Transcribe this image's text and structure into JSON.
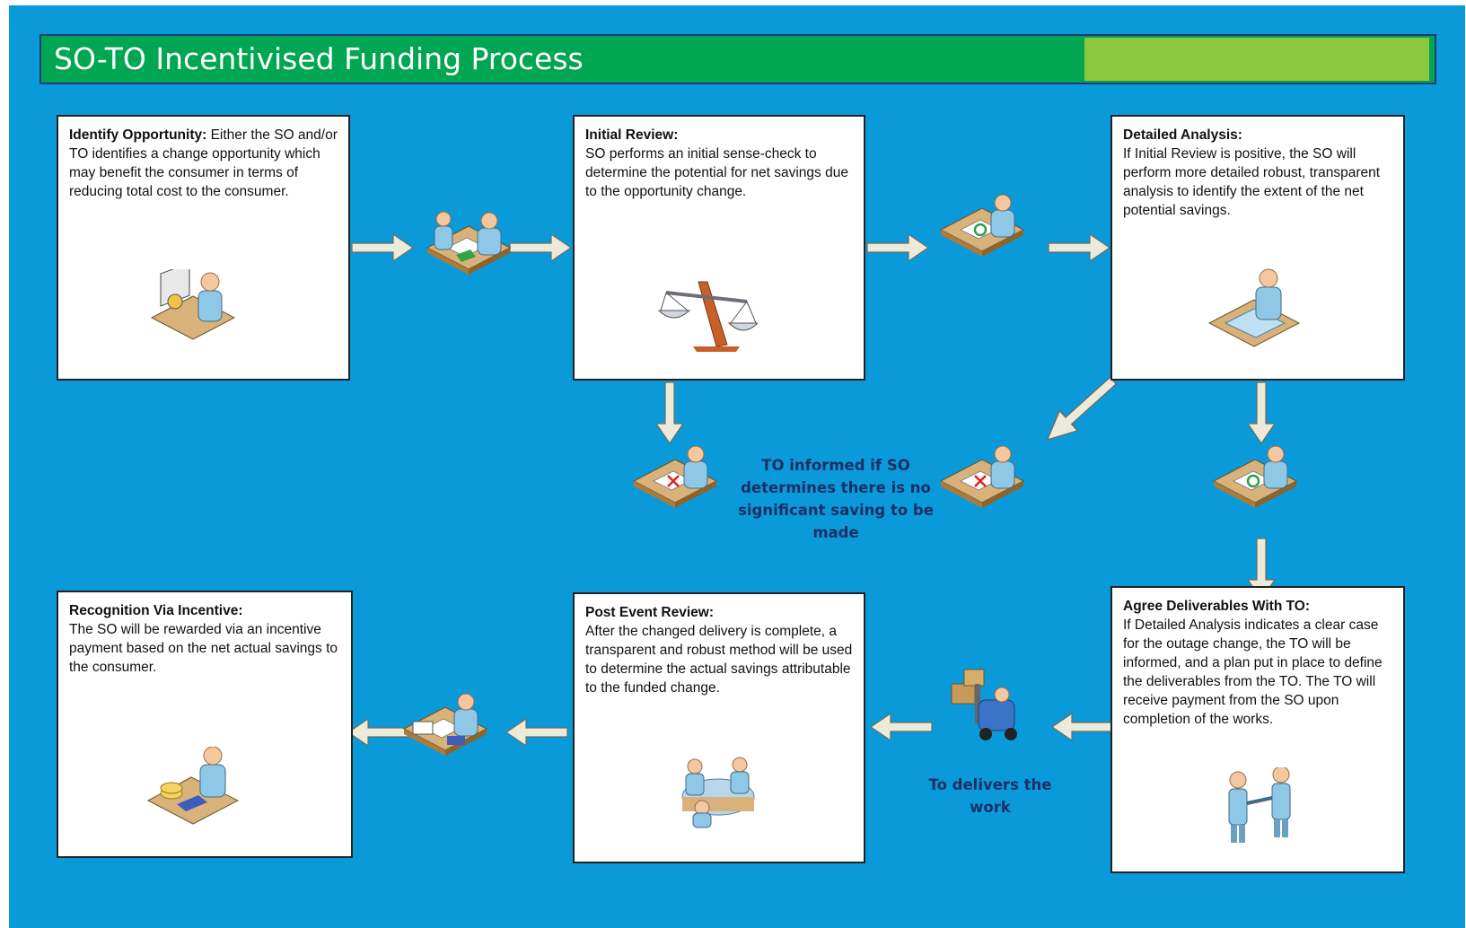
{
  "title": "SO-TO Incentivised Funding Process",
  "colors": {
    "background": "#0b9ad9",
    "title_bar": "#00a651",
    "title_accent": "#8dc63f",
    "note_text": "#1a2f66"
  },
  "steps": {
    "identify": {
      "heading": "Identify Opportunity:",
      "body": "Either the SO and/or TO identifies a change opportunity which may benefit the consumer in terms of reducing total cost to the consumer.",
      "icon": "person-at-computer-icon"
    },
    "initial_review": {
      "heading": "Initial Review:",
      "body": "SO performs an initial sense-check to determine the potential for net savings due to the opportunity change.",
      "icon": "scales-icon"
    },
    "detailed_analysis": {
      "heading": "Detailed Analysis:",
      "body": "If Initial Review is positive, the SO will perform more detailed robust, transparent analysis to identify the extent of the net potential savings.",
      "icon": "person-with-blueprint-icon"
    },
    "agree_deliverables": {
      "heading": "Agree Deliverables With TO:",
      "body": "If Detailed Analysis indicates a clear case for the outage change, the TO will be informed, and a plan put in place to define the deliverables from the TO. The TO will receive payment from the SO upon completion of the works.",
      "icon": "handshake-icon"
    },
    "post_event": {
      "heading": "Post Event Review:",
      "body": "After the changed delivery is complete, a transparent and robust method will be used to determine the actual savings attributable to the funded change.",
      "icon": "meeting-table-icon"
    },
    "recognition": {
      "heading": "Recognition Via Incentive:",
      "body": "The SO will be rewarded via an incentive payment based on the net actual savings to the consumer.",
      "icon": "person-with-money-icon"
    }
  },
  "notes": {
    "to_informed": "TO informed if SO determines there is no significant saving to be made",
    "to_delivers": "To delivers the work"
  }
}
